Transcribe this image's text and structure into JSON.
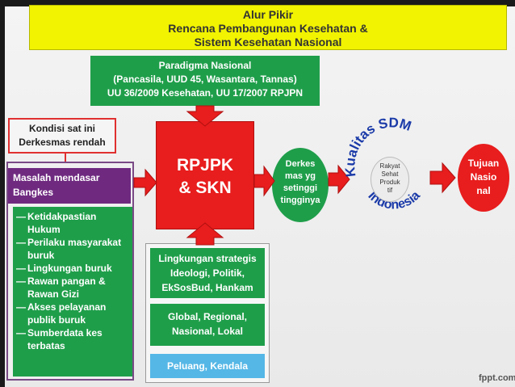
{
  "title": {
    "line1": "Alur Pikir",
    "line2": "Rencana Pembangunan Kesehatan  &",
    "line3": "Sistem Kesehatan Nasional"
  },
  "paradigma": {
    "line1": "Paradigma Nasional",
    "line2": "(Pancasila, UUD 45, Wasantara, Tannas)",
    "line3": "UU 36/2009 Kesehatan, UU 17/2007 RPJPN"
  },
  "kondisi": {
    "line1": "Kondisi sat ini",
    "line2": "Derkesmas rendah"
  },
  "masalah": {
    "line1": "Masalah mendasar",
    "line2": "Bangkes"
  },
  "problems": [
    {
      "dash": "—",
      "text": "Ketidakpastian Hukum"
    },
    {
      "dash": "—",
      "text": "Perilaku masyarakat buruk"
    },
    {
      "dash": "—",
      "text": "Lingkungan buruk"
    },
    {
      "dash": "—",
      "text": "Rawan pangan & Rawan Gizi"
    },
    {
      "dash": "—",
      "text": "Akses pelayanan publik buruk"
    },
    {
      "dash": "—",
      "text": "Sumberdata kes terbatas"
    }
  ],
  "rpjpk": {
    "line1": "RPJPK",
    "line2": "& SKN"
  },
  "strategic": {
    "box1": {
      "line1": "Lingkungan strategis",
      "line2": "Ideologi, Politik,",
      "line3": "EkSosBud, Hankam"
    },
    "box2": {
      "line1": "Global, Regional,",
      "line2": "Nasional, Lokal"
    },
    "box3": "Peluang, Kendala"
  },
  "derkes": {
    "line1": "Derkes",
    "line2": "mas yg",
    "line3": "setinggi",
    "line4": "tingginya"
  },
  "sdm": {
    "arc_top": "Kualitas SDM",
    "arc_bottom": "Indonesia",
    "inner1": "Rakyat",
    "inner2": "Sehat",
    "inner3": "Produk",
    "inner4": "tif"
  },
  "tujuan": {
    "line1": "Tujuan",
    "line2": "Nasio",
    "line3": "nal"
  },
  "footer": {
    "brand": "fppt.com"
  },
  "colors": {
    "yellow": "#f1f300",
    "green": "#1f9e4a",
    "red": "#e81d1d",
    "purple": "#6f2a80",
    "light_blue": "#55b7e6",
    "arc_blue": "#1a3aa8"
  }
}
